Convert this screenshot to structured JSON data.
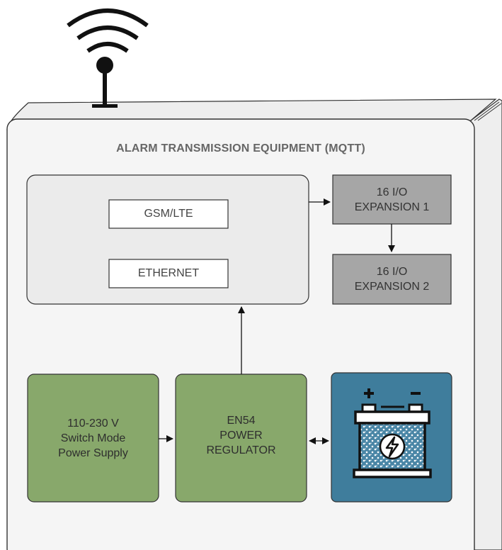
{
  "enclosure": {
    "title": "ALARM TRANSMISSION EQUIPMENT (MQTT)"
  },
  "comm_unit": {
    "modules": [
      "GSM/LTE",
      "ETHERNET"
    ]
  },
  "expansions": [
    {
      "line1": "16 I/O",
      "line2": "EXPANSION 1"
    },
    {
      "line1": "16 I/O",
      "line2": "EXPANSION 2"
    }
  ],
  "power_supply": {
    "lines": [
      "110-230 V",
      "Switch Mode",
      "Power Supply"
    ]
  },
  "power_regulator": {
    "lines": [
      "EN54",
      "POWER",
      "REGULATOR"
    ]
  },
  "battery": {
    "icon": "battery-icon",
    "plus": "+",
    "minus": "−"
  },
  "antenna": {
    "icon": "wifi-antenna-icon"
  },
  "colors": {
    "enclosure_fill": "#f5f5f5",
    "enclosure_stroke": "#333333",
    "comm_fill": "#ebebeb",
    "expansion_fill": "#a6a6a6",
    "green_fill": "#88a86b",
    "battery_bg": "#3f7d9c",
    "battery_pattern": "#2f6b8a"
  }
}
